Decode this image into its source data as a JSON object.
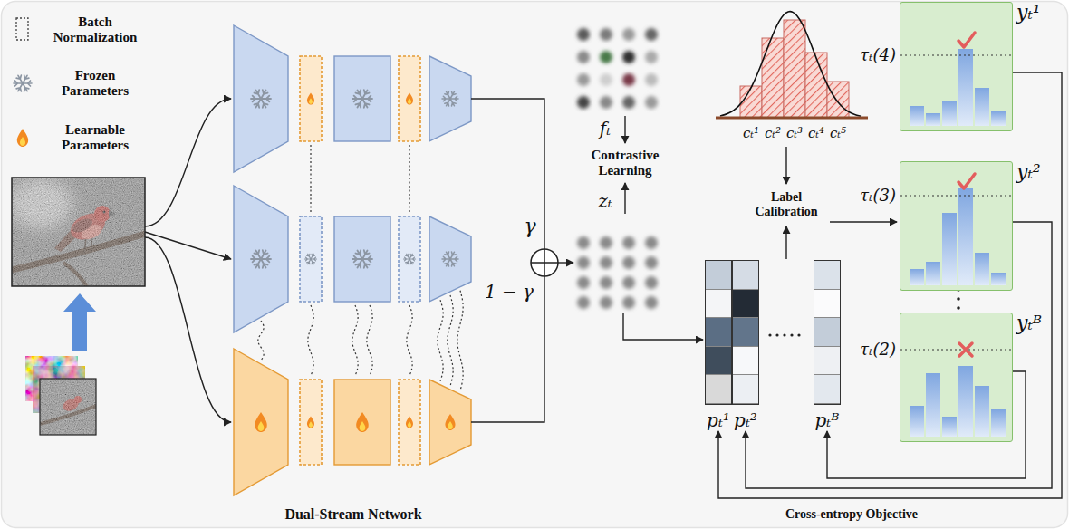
{
  "diagram": {
    "nodes": [
      {
        "text": [
          "pₜ¹"
        ]
      },
      {
        "text": [
          "pₜ²"
        ]
      },
      {
        "text": [
          "pₜᴮ"
        ]
      },
      {
        "text": [
          "τₜ(4)",
          "yₜ¹"
        ]
      },
      {
        "text": [
          "τₜ(3)",
          "yₜ²"
        ]
      },
      {
        "text": [
          "τₜ(2)",
          "yₜᴮ"
        ]
      }
    ],
    "edges": [
      {
        "from": 3,
        "to": 0,
        "arrow": "to"
      },
      {
        "from": 4,
        "to": 1,
        "arrow": "to"
      },
      {
        "from": 5,
        "to": 2,
        "arrow": "to"
      }
    ],
    "labels": [
      "Dual-Stream Network",
      "γ",
      "1 − γ",
      "fₜ",
      "Contrastive Learning",
      "zₜ",
      "cₜ¹",
      "cₜ²",
      "cₜ³",
      "cₜ⁴",
      "cₜ⁵",
      "Label Calibration",
      "Cross-entropy Objective"
    ],
    "legend": [
      {
        "text": "Batch Normalization"
      },
      {
        "text": "Frozen Parameters"
      },
      {
        "text": "Learnable Parameters"
      }
    ]
  }
}
